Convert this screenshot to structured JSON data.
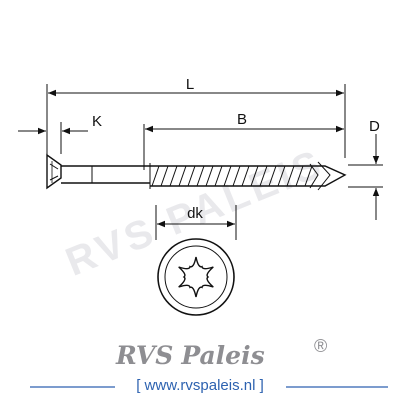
{
  "dimensions": {
    "length": "L",
    "thread_length": "B",
    "head_height": "K",
    "diameter": "D",
    "head_diameter": "dk"
  },
  "watermark": "RVS PALEIS",
  "brand": {
    "name_part1": "RVS",
    "name_part2": "Paleis",
    "registered_mark": "®",
    "url": "[ www.rvspaleis.nl ]"
  },
  "colors": {
    "line": "#111111",
    "logo_gray": "#8e8e92",
    "url_blue": "#2d62b0",
    "rule_blue": "#2d62b0"
  },
  "icons": [
    "torx-star-icon"
  ]
}
